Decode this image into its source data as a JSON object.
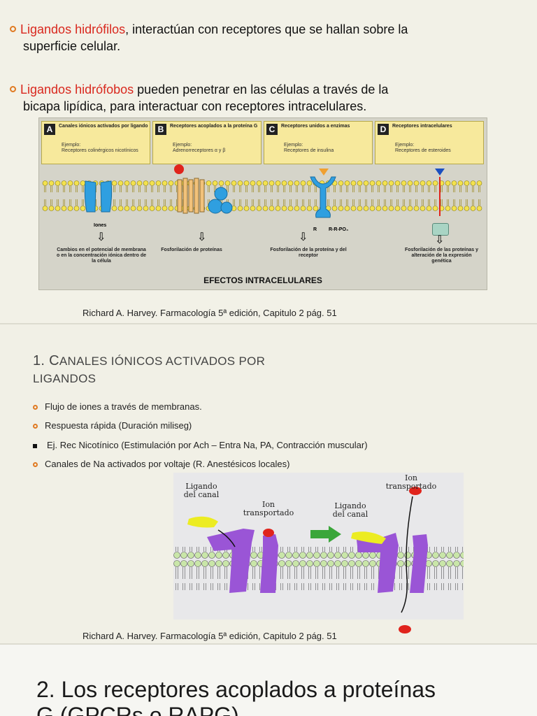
{
  "slide1": {
    "bullet1": {
      "highlight": "Ligandos hidrófilos",
      "rest": ", interactúan con receptores que se hallan sobre la",
      "line2": "superficie celular."
    },
    "bullet2": {
      "highlight": "Ligandos hidrófobos",
      "rest": " pueden penetrar en las células a través de la",
      "line2": "bicapa lipídica, para interactuar con receptores intracelulares."
    },
    "figure": {
      "panels": [
        {
          "letter": "A",
          "title": "Canales iónicos activados por ligando",
          "example_label": "Ejemplo:",
          "example": "Receptores colinérgicos nicotínicos"
        },
        {
          "letter": "B",
          "title": "Receptores acoplados a la proteína G",
          "example_label": "Ejemplo:",
          "example": "Adrenorreceptores α y β"
        },
        {
          "letter": "C",
          "title": "Receptores unidos a enzimas",
          "example_label": "Ejemplo:",
          "example": "Receptores de insulina"
        },
        {
          "letter": "D",
          "title": "Receptores intracelulares",
          "example_label": "Ejemplo:",
          "example": "Receptores de esteroides"
        }
      ],
      "iones_label": "Iones",
      "r_label": "R",
      "rrpo_label": "R-R-PO₄",
      "captions": [
        "Cambios en el potencial de membrana o en la concentración iónica dentro de la célula",
        "Fosforilación de proteínas",
        "Fosforilación de la proteína y del receptor",
        "Fosforilación de las proteínas y alteración de la expresión genética"
      ],
      "effects_label": "EFECTOS INTRACELULARES"
    },
    "reference": "Richard A. Harvey. Farmacología 5ª edición, Capitulo 2 pág. 51"
  },
  "slide2": {
    "title_line1_first": "1. C",
    "title_line1_rest": "ANALES IÓNICOS ACTIVADOS POR",
    "title_line2": "LIGANDOS",
    "bullets": [
      {
        "marker": "circle",
        "text": "Flujo de iones a través de membranas."
      },
      {
        "marker": "circle",
        "text": "Respuesta rápida (Duración miliseg)"
      },
      {
        "marker": "square",
        "text": "Ej. Rec Nicotínico (Estimulación por Ach – Entra Na, PA, Contracción muscular)"
      },
      {
        "marker": "circle",
        "text": "Canales de Na activados por voltaje (R. Anestésicos locales)"
      }
    ],
    "figure": {
      "ligand_left": "Ligando\ndel canal",
      "ion_mid": "Ion\ntransportado",
      "ligand_right": "Ligando\ndel canal",
      "ion_top": "Ion\ntransportado"
    },
    "reference": "Richard A. Harvey. Farmacología 5ª edición, Capitulo 2 pág. 51"
  },
  "slide3": {
    "title": "2. Los receptores acoplados a proteínas",
    "title_line2": "G (GPCRs o RAPG)"
  },
  "colors": {
    "accent_orange": "#e07a22",
    "highlight_red": "#d9281e",
    "panel_yellow": "#f7e99c",
    "receptor_purple": "#9a55d6",
    "receptor_blue": "#2f9fe0"
  }
}
